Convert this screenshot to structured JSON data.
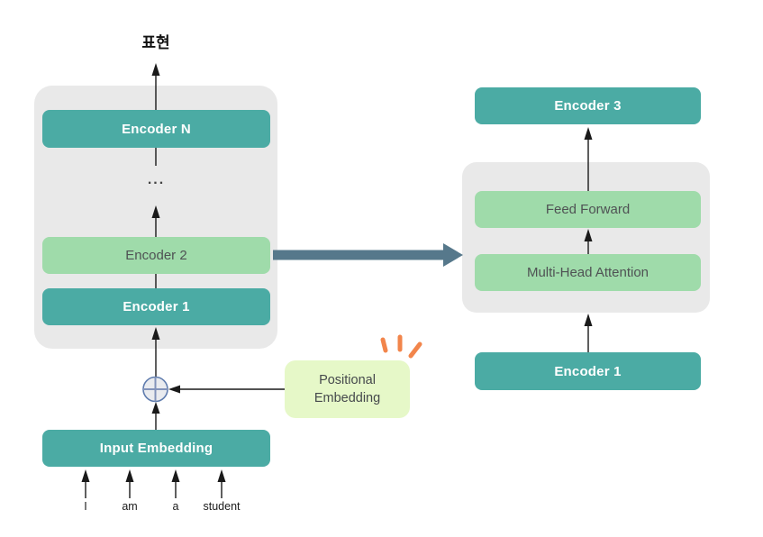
{
  "output_label": "표현",
  "left_panel": {
    "encoder_n": "Encoder N",
    "ellipsis": "...",
    "encoder_2": "Encoder 2",
    "encoder_1": "Encoder 1"
  },
  "input_embedding_label": "Input Embedding",
  "tokens": [
    "I",
    "am",
    "a",
    "student"
  ],
  "positional_embedding_label": "Positional Embedding",
  "right_panel": {
    "encoder_3": "Encoder 3",
    "feed_forward": "Feed Forward",
    "multi_head_attention": "Multi-Head Attention",
    "encoder_1": "Encoder 1"
  },
  "colors": {
    "teal": "#4BABA4",
    "green": "#9FDBAA",
    "light_green": "#E6F8C8",
    "panel_gray": "#E9E9E9",
    "arrow_slate": "#56788B",
    "accent_orange": "#F2854B",
    "line_black": "#1A1A1A",
    "teal_text": "#FFFFFF",
    "green_text": "#4F5254"
  }
}
